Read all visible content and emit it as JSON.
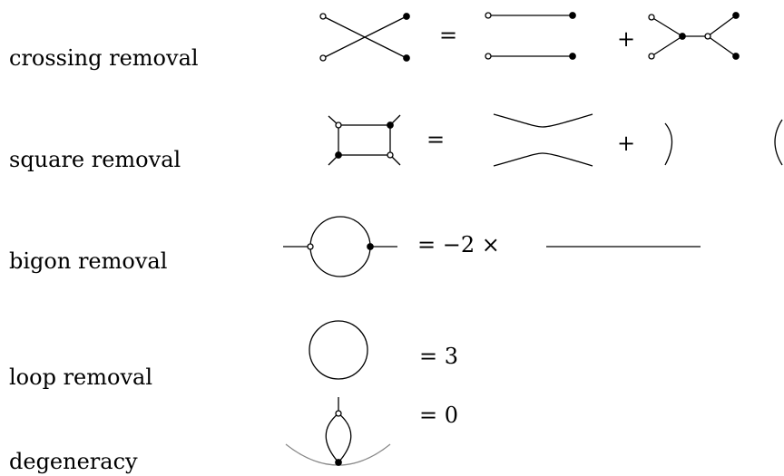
{
  "rules": [
    {
      "label": "crossing removal",
      "equation": [
        "=",
        "+"
      ]
    },
    {
      "label": "square removal",
      "equation": [
        "=",
        "+"
      ]
    },
    {
      "label": "bigon removal",
      "equation": [
        "= −2 ×"
      ]
    },
    {
      "label": "loop removal",
      "equation": [
        "= 3"
      ]
    },
    {
      "label": "degeneracy",
      "equation": [
        "= 0"
      ]
    }
  ]
}
